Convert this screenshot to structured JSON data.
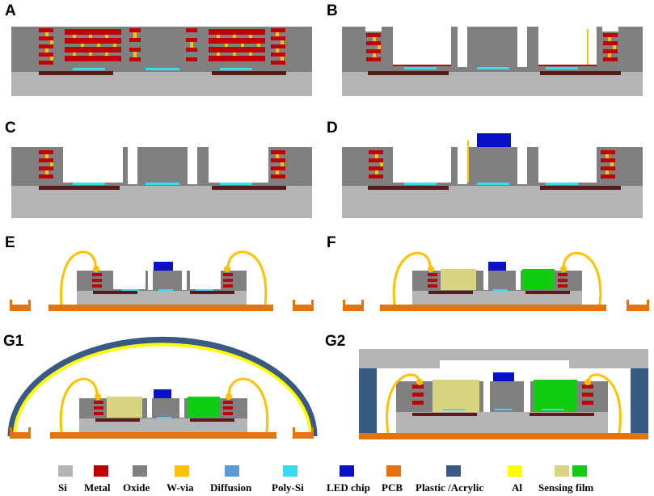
{
  "panels": {
    "A": "A",
    "B": "B",
    "C": "C",
    "D": "D",
    "E": "E",
    "F": "F",
    "G1": "G1",
    "G2": "G2"
  },
  "legend": [
    {
      "key": "si",
      "label": "Si",
      "color": "#b4b4b4"
    },
    {
      "key": "metal",
      "label": "Metal",
      "color": "#c00000"
    },
    {
      "key": "oxide",
      "label": "Oxide",
      "color": "#808080"
    },
    {
      "key": "w_via",
      "label": "W-via",
      "color": "#ffc000"
    },
    {
      "key": "diffusion",
      "label": "Diffusion",
      "color": "#5b9bd5"
    },
    {
      "key": "poly_si",
      "label": "Poly-Si",
      "color": "#33ddee"
    },
    {
      "key": "led_chip",
      "label": "LED  chip",
      "color": "#0a10c8"
    },
    {
      "key": "pcb",
      "label": "PCB",
      "color": "#e5730a"
    },
    {
      "key": "plastic",
      "label": "Plastic /Acrylic",
      "color": "#3a5a86"
    },
    {
      "key": "al",
      "label": "Al",
      "color": "#ffff00"
    },
    {
      "key": "sensing",
      "label": "Sensing film",
      "color": "#d8d480",
      "color2": "#11cc11"
    }
  ]
}
